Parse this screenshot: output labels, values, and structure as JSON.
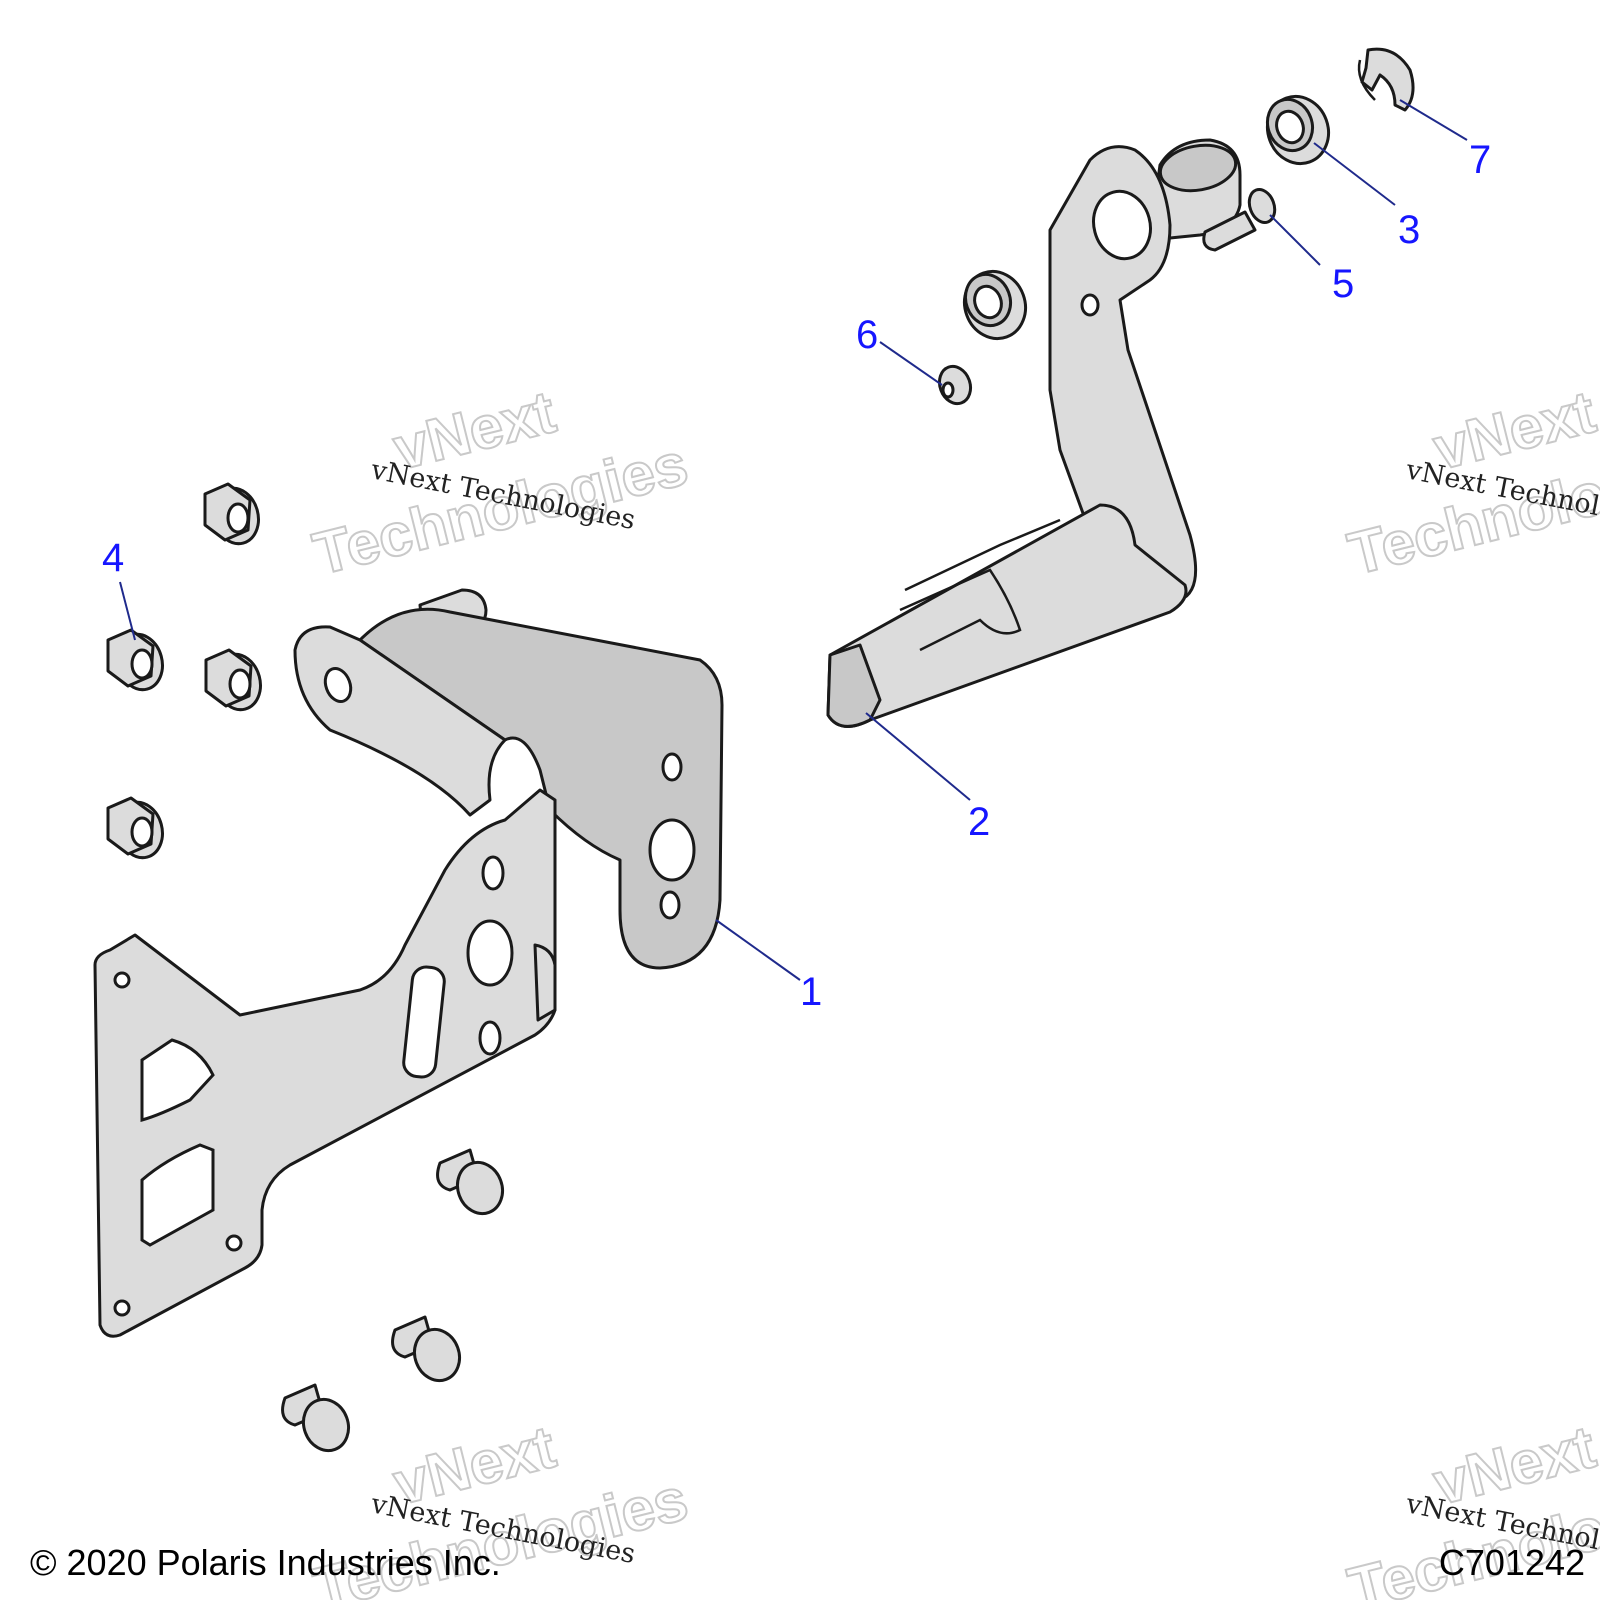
{
  "callouts": [
    {
      "label": "1"
    },
    {
      "label": "2"
    },
    {
      "label": "3"
    },
    {
      "label": "4"
    },
    {
      "label": "5"
    },
    {
      "label": "6"
    },
    {
      "label": "7"
    }
  ],
  "watermark": {
    "line_small": "vNext Technologies",
    "line_big_1": "vNext",
    "line_big_2": "Technologies"
  },
  "footer": {
    "copyright": "© 2020 Polaris Industries Inc.",
    "diagram_code": "C701242"
  },
  "colors": {
    "callout": "#1616ff",
    "leader": "#1f2a8c",
    "part_fill": "#dcdcdc"
  }
}
